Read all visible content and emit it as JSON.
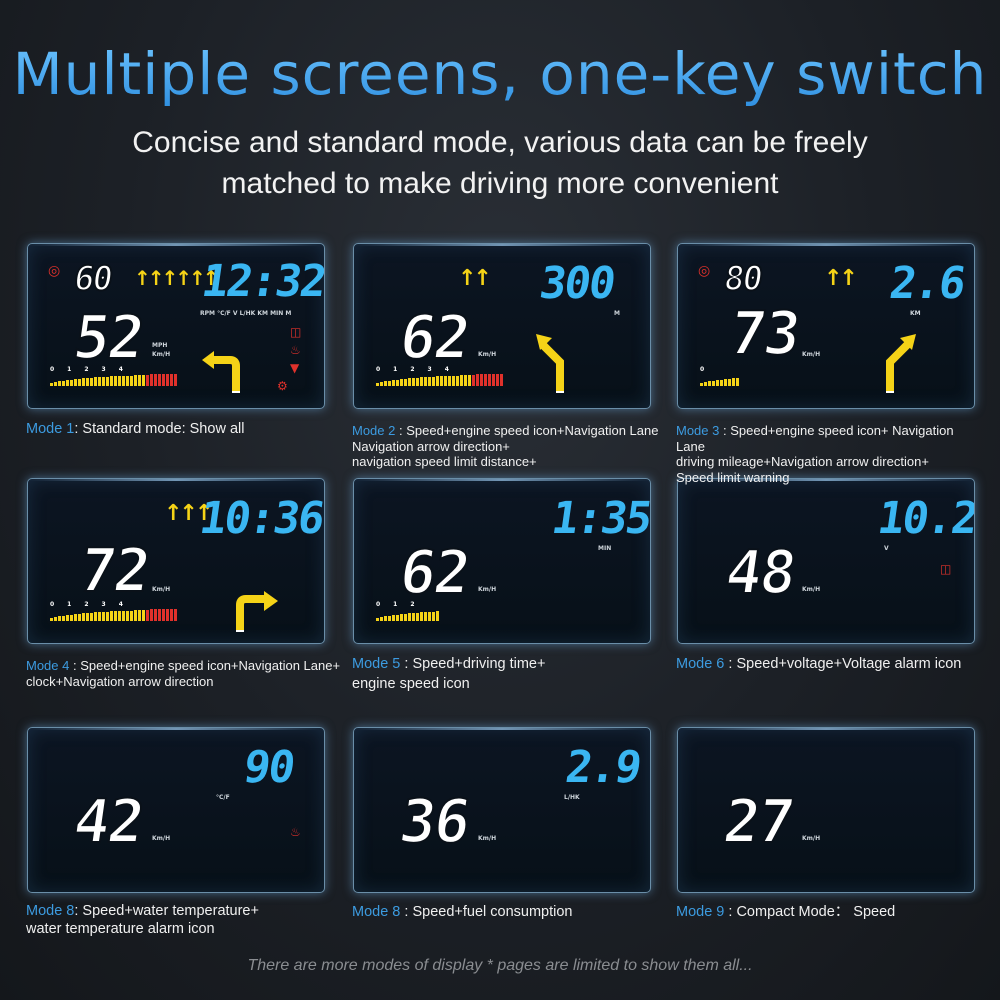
{
  "title": "Multiple screens, one-key switch",
  "subtitle_line1": "Concise and standard mode, various data can be freely",
  "subtitle_line2": "matched to make driving more convenient",
  "footer": "There are more modes of display * pages are limited to show them all...",
  "colors": {
    "accent_blue": "#3c9be0",
    "segment_blue": "#3ab6f2",
    "arrow_yellow": "#f5d317",
    "alarm_red": "#e0312b"
  },
  "panels": {
    "p1": {
      "speed_limit": "60",
      "clock": "12:32",
      "speed": "52",
      "unit_mph": "MPH",
      "unit_kmh": "Km/H",
      "unit_row": "RPM °C/F  V  L/HK  KM  MIN M",
      "scale": "01234",
      "arrows": "↑↑↑↑↑↑",
      "icons": [
        "speed-camera-icon",
        "battery-icon",
        "water-temp-icon",
        "car-icon",
        "engine-icon"
      ]
    },
    "p2": {
      "distance": "300",
      "unit_m": "M",
      "speed": "62",
      "unit_kmh": "Km/H",
      "scale": "01234",
      "arrows": "↑↑"
    },
    "p3": {
      "speed_limit": "80",
      "mileage": "2.6",
      "unit_km": "KM",
      "speed": "73",
      "unit_kmh": "Km/H",
      "scale": "0",
      "arrows": "↑↑"
    },
    "p4": {
      "clock": "10:36",
      "speed": "72",
      "unit_kmh": "Km/H",
      "scale": "01234",
      "arrows": "↑↑↑"
    },
    "p5": {
      "time": "1:35",
      "unit_min": "MIN",
      "speed": "62",
      "unit_kmh": "Km/H",
      "scale": "012"
    },
    "p6": {
      "voltage": "10.2",
      "unit_v": "V",
      "speed": "48",
      "unit_kmh": "Km/H"
    },
    "p7": {
      "temperature": "90",
      "unit_temp": "°C/F",
      "speed": "42",
      "unit_kmh": "Km/H"
    },
    "p8": {
      "fuel": "2.9",
      "unit_fuel": "L/HK",
      "speed": "36",
      "unit_kmh": "Km/H"
    },
    "p9": {
      "speed": "27",
      "unit_kmh": "Km/H"
    }
  },
  "captions": {
    "c1": {
      "mode": "Mode 1",
      "text": ": Standard mode: Show all"
    },
    "c2": {
      "mode": "Mode 2",
      "l1": " : Speed+engine speed icon+Navigation Lane",
      "l2": "Navigation arrow direction+",
      "l3": "navigation speed limit distance+"
    },
    "c3": {
      "mode": "Mode 3",
      "l1": " : Speed+engine speed icon+ Navigation Lane",
      "l2": "driving mileage+Navigation arrow direction+",
      "l3": "Speed limit warning"
    },
    "c4": {
      "mode": "Mode 4",
      "l1": " : Speed+engine speed icon+Navigation Lane+",
      "l2": "clock+Navigation arrow direction"
    },
    "c5": {
      "mode": "Mode 5",
      "l1": " : Speed+driving time+",
      "l2": "engine speed icon"
    },
    "c6": {
      "mode": "Mode 6",
      "text": " : Speed+voltage+Voltage alarm icon"
    },
    "c7": {
      "mode": "Mode 8",
      "l1": ": Speed+water temperature+",
      "l2": "water temperature alarm icon"
    },
    "c8": {
      "mode": "Mode 8",
      "text": " : Speed+fuel consumption"
    },
    "c9": {
      "mode": "Mode 9",
      "text": " : Compact Mode： Speed"
    }
  }
}
